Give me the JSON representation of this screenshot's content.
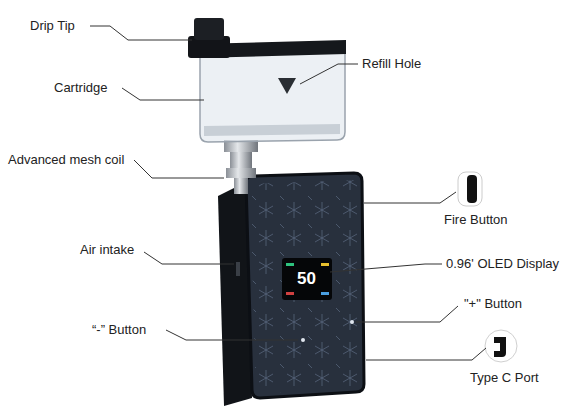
{
  "diagram": {
    "labels": [
      "Drip Tip",
      "Cartridge",
      "Refill Hole",
      "Advanced mesh coil",
      "Fire Button",
      "Air intake",
      "0.96' OLED Display",
      "\"+\" Button",
      "“-” Button",
      "Type C Port",
      "50"
    ]
  }
}
